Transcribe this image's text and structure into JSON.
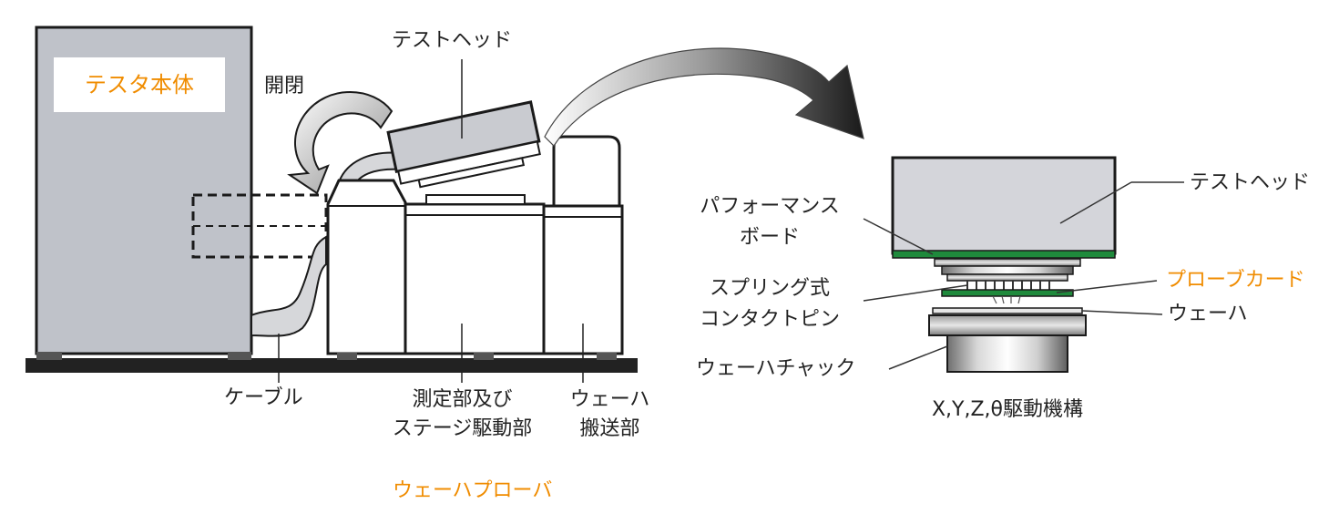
{
  "labels": {
    "tester_body": "テスタ本体",
    "open_close": "開閉",
    "test_head_left": "テストヘッド",
    "cable": "ケーブル",
    "measure_line1": "測定部及び",
    "measure_line2": "ステージ駆動部",
    "wafer_transport_line1": "ウェーハ",
    "wafer_transport_line2": "搬送部",
    "wafer_prober": "ウェーハプローバ",
    "test_head_right": "テストヘッド",
    "performance_line1": "パフォーマンス",
    "performance_line2": "ボード",
    "probe_card": "プローブカード",
    "spring_line1": "スプリング式",
    "spring_line2": "コンタクトピン",
    "wafer": "ウェーハ",
    "wafer_chuck": "ウェーハチャック",
    "xyz_drive": "X,Y,Z,θ駆動機構"
  },
  "colors": {
    "accent": "#f08c00",
    "tester_gray": "#bfc2c9",
    "board_green": "#1f8a3c",
    "outline": "#1a1a1a"
  }
}
